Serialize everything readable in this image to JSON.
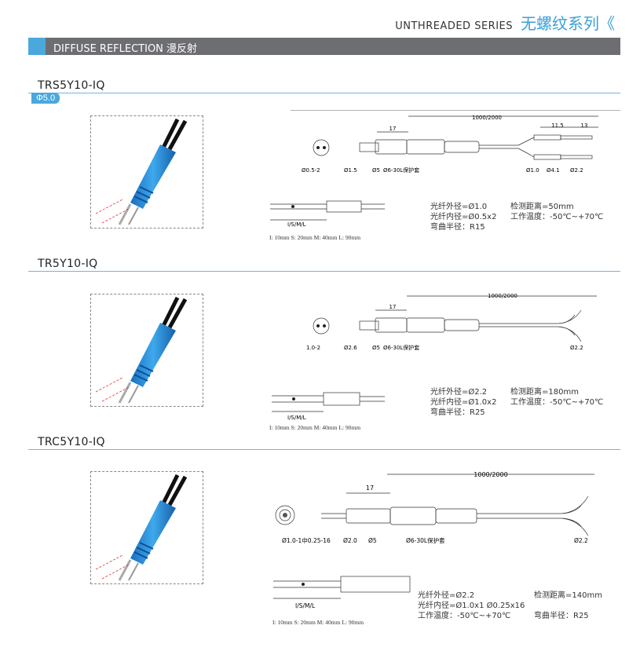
{
  "header": {
    "series_en": "UNTHREADED SERIES",
    "series_cn": "无螺纹系列《",
    "banner": "DIFFUSE REFLECTION 漫反射",
    "accent_color": "#4aa8dc",
    "banner_color": "#6d6e71"
  },
  "products": [
    {
      "model": "TRS5Y10-IQ",
      "diameter_tag": "Φ5.0",
      "dims": {
        "total": "1000/2000",
        "seventeen": "17",
        "split_a": "11.5",
        "split_b": "13",
        "head": "Ø0.5-2",
        "d1": "Ø1.5",
        "d2": "Ø5",
        "sleeve": "Ø6-30L保护套",
        "e1": "Ø1.0",
        "e2": "Ø4.1",
        "e3": "Ø2.2"
      },
      "length_code": "I/S/M/L",
      "length_note": "I: 10mm S: 20mm M: 40mm L: 90mm",
      "spec_left": [
        "光纤外径=Ø1.0",
        "光纤内径=Ø0.5x2",
        "弯曲半径：R15"
      ],
      "spec_right": [
        "检测距离=50mm",
        "工作温度：-50℃~+70℃"
      ]
    },
    {
      "model": "TR5Y10-IQ",
      "dims": {
        "total": "1000/2000",
        "seventeen": "17",
        "head": "1.0-2",
        "d1": "Ø2.6",
        "d2": "Ø5",
        "sleeve": "Ø6-30L保护套",
        "e3": "Ø2.2"
      },
      "length_code": "I/S/M/L",
      "length_note": "I: 10mm S: 20mm M: 40mm L: 90mm",
      "spec_left": [
        "光纤外径=Ø2.2",
        "光纤内径=Ø1.0x2",
        "弯曲半径：R25"
      ],
      "spec_right": [
        "检测距离=180mm",
        "工作温度：-50℃~+70℃"
      ]
    },
    {
      "model": "TRC5Y10-IQ",
      "dims": {
        "total": "1000/2000",
        "seventeen": "17",
        "head": "Ø1.0-1中0.25-16",
        "d1": "Ø2.0",
        "d2": "Ø5",
        "sleeve": "Ø6-30L保护套",
        "e3": "Ø2.2"
      },
      "length_code": "I/S/M/L",
      "length_note": "I: 10mm S: 20mm M: 40mm L: 90mm",
      "spec_left": [
        "光纤外径=Ø2.2",
        "光纤内径=Ø1.0x1   Ø0.25x16",
        "工作温度：-50℃~+70℃"
      ],
      "spec_right": [
        "检测距离=140mm",
        "弯曲半径：R25"
      ]
    }
  ]
}
